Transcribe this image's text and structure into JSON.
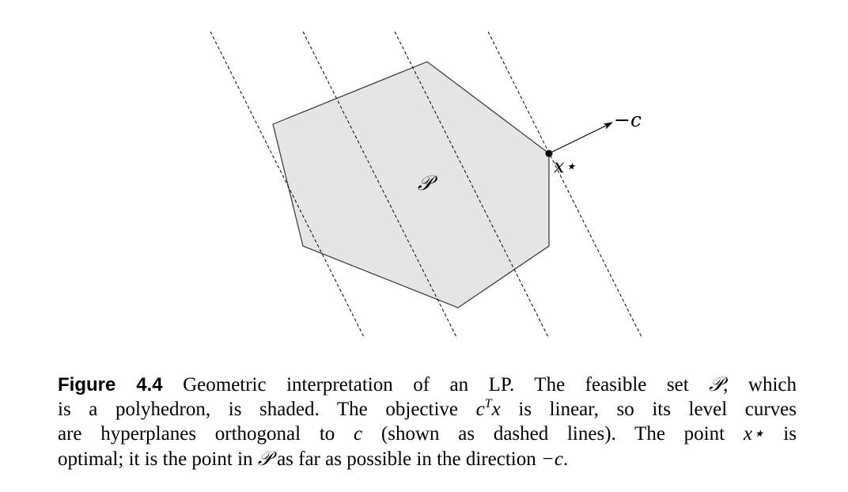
{
  "figure": {
    "labels": {
      "set": "𝒫",
      "neg_c": "−c",
      "x_star": "x⋆"
    }
  },
  "caption": {
    "figure_label": "Figure 4.4",
    "line1": {
      "a": "Geometric interpretation of an LP. The feasible set ",
      "set": "𝒫",
      "b": ", which"
    },
    "line2": {
      "a": "is a polyhedron, is shaded. The objective ",
      "c": "c",
      "T": "T",
      "x": "x",
      "b": " is linear, so its level curves"
    },
    "line3": {
      "a": "are hyperplanes orthogonal to ",
      "c": "c",
      "b": " (shown as dashed lines). The point ",
      "x_star": "x⋆",
      "d": " is"
    },
    "line4": {
      "a": "optimal; it is the point in ",
      "set": "𝒫",
      "b": " as far as possible in the direction ",
      "neg_c": "−c",
      "end": "."
    }
  }
}
